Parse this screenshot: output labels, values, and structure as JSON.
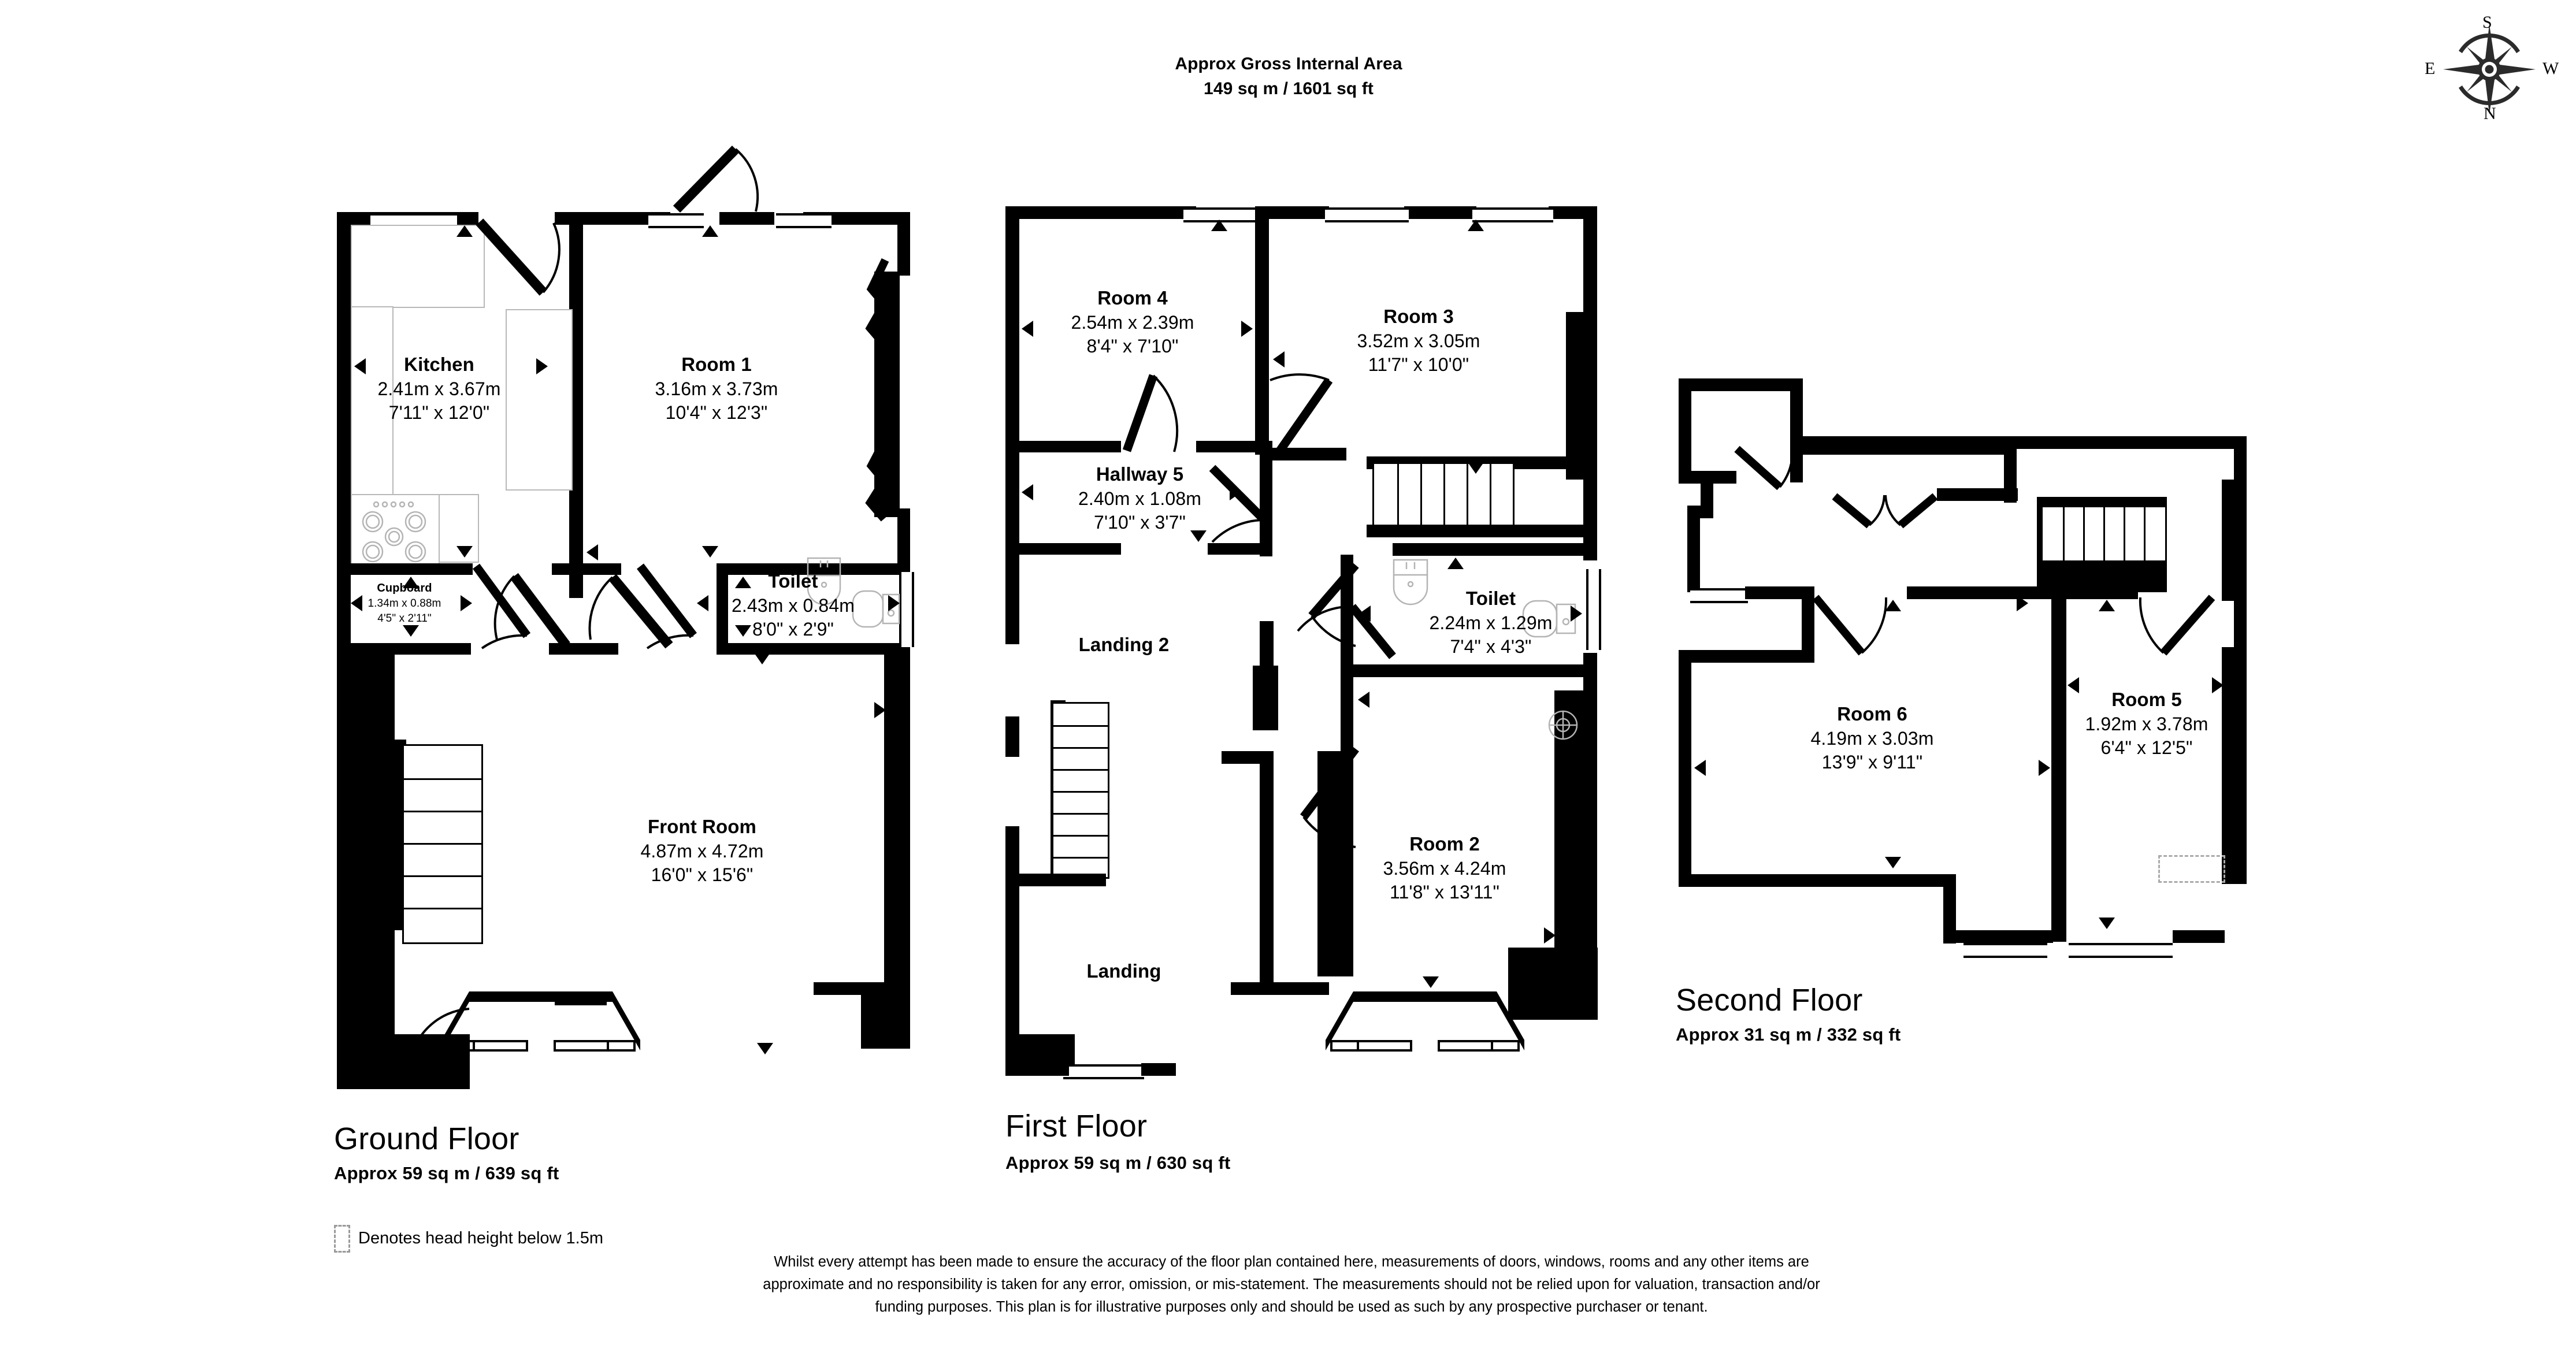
{
  "header": {
    "title_line1": "Approx Gross Internal Area",
    "title_line2": "149 sq m / 1601 sq ft"
  },
  "compass": {
    "name": "compass-rose",
    "top": "S",
    "left": "E",
    "right": "W",
    "bottom": "N"
  },
  "floors": [
    {
      "id": "ground",
      "title": "Ground Floor",
      "area": "Approx 59 sq m / 639 sq ft",
      "rooms": [
        {
          "name": "Kitchen",
          "metric": "2.41m x 3.67m",
          "imperial": "7'11\" x 12'0\""
        },
        {
          "name": "Room 1",
          "metric": "3.16m x 3.73m",
          "imperial": "10'4\" x 12'3\""
        },
        {
          "name": "Cupboard",
          "metric": "1.34m x 0.88m",
          "imperial": "4'5\" x 2'11\""
        },
        {
          "name": "Toilet",
          "metric": "2.43m x 0.84m",
          "imperial": "8'0\" x 2'9\""
        },
        {
          "name": "Front Room",
          "metric": "4.87m x 4.72m",
          "imperial": "16'0\" x 15'6\""
        }
      ]
    },
    {
      "id": "first",
      "title": "First Floor",
      "area": "Approx 59 sq m / 630 sq ft",
      "rooms": [
        {
          "name": "Room 4",
          "metric": "2.54m x 2.39m",
          "imperial": "8'4\" x 7'10\""
        },
        {
          "name": "Room 3",
          "metric": "3.52m x 3.05m",
          "imperial": "11'7\" x 10'0\""
        },
        {
          "name": "Hallway 5",
          "metric": "2.40m x 1.08m",
          "imperial": "7'10\" x 3'7\""
        },
        {
          "name": "Toilet",
          "metric": "2.24m x 1.29m",
          "imperial": "7'4\" x 4'3\""
        },
        {
          "name": "Landing 2",
          "metric": "",
          "imperial": ""
        },
        {
          "name": "Room 2",
          "metric": "3.56m x 4.24m",
          "imperial": "11'8\" x 13'11\""
        },
        {
          "name": "Landing",
          "metric": "",
          "imperial": ""
        }
      ]
    },
    {
      "id": "second",
      "title": "Second Floor",
      "area": "Approx 31 sq m / 332 sq ft",
      "rooms": [
        {
          "name": "Room 6",
          "metric": "4.19m x 3.03m",
          "imperial": "13'9\" x 9'11\""
        },
        {
          "name": "Room 5",
          "metric": "1.92m x 3.78m",
          "imperial": "6'4\" x 12'5\""
        }
      ]
    }
  ],
  "legend": {
    "head_height_note": "Denotes head height below 1.5m"
  },
  "disclaimer": "Whilst every attempt has been made to ensure the accuracy of the floor plan contained here, measurements of doors, windows, rooms and any other items are approximate and no responsibility is taken for any error, omission, or mis-statement. The measurements should not be relied upon for valuation, transaction and/or funding purposes. This plan is for illustrative purposes only and should be used as such by any prospective purchaser or tenant.",
  "colors": {
    "wall": "#000000",
    "fixture": "#b4b4b4",
    "dashed": "#aaaaaa",
    "background": "#ffffff"
  }
}
